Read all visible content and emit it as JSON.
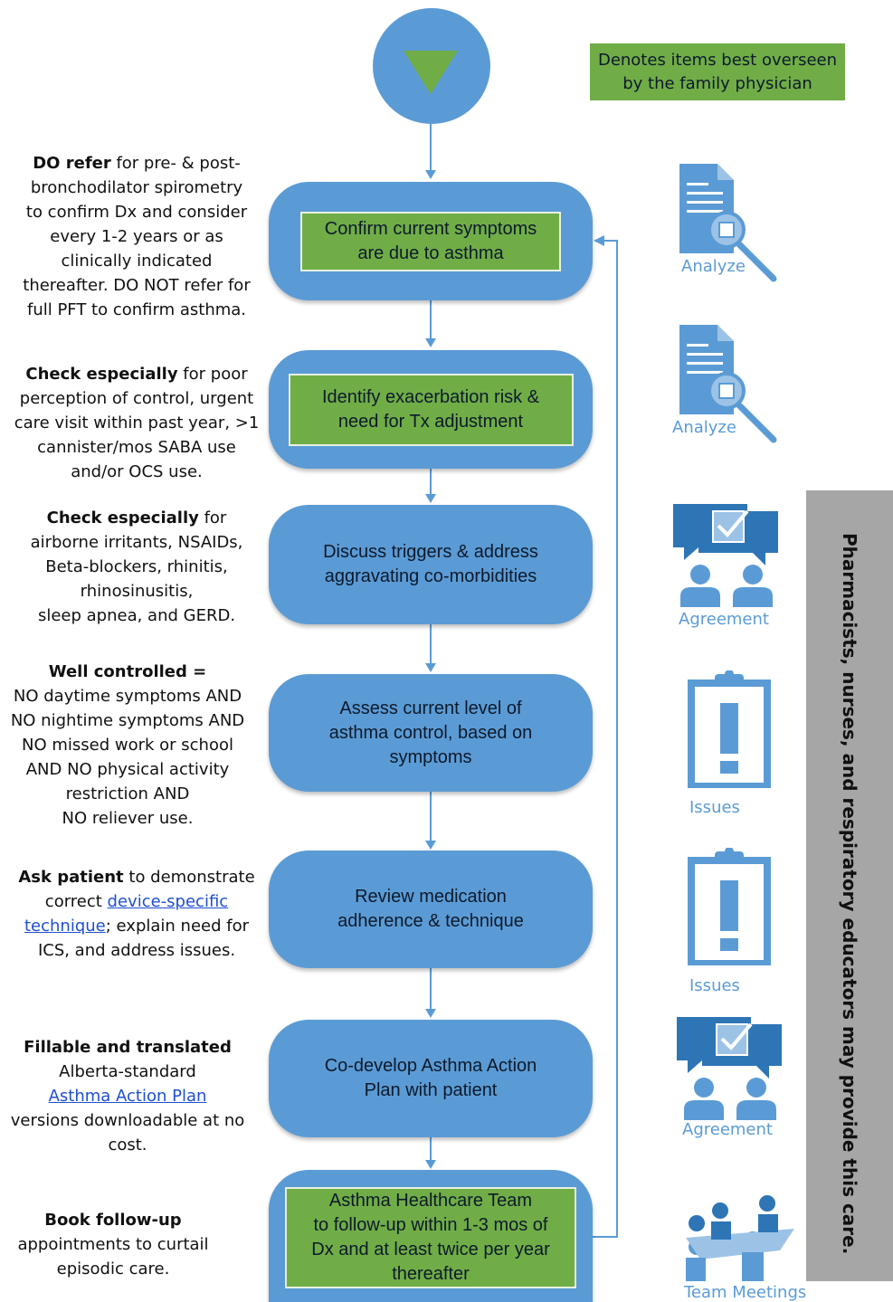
{
  "legend": {
    "text_line1": "Denotes items best overseen",
    "text_line2": "by the family physician",
    "color": "#70ad47"
  },
  "side_banner": {
    "text": "Pharmacists, nurses, and respiratory educators may provide this care.",
    "color": "#a6a6a6"
  },
  "steps": [
    {
      "line1": "Confirm current symptoms",
      "line2": "are due to asthma",
      "line3": "",
      "line4": "",
      "physician": true
    },
    {
      "line1": "Identify exacerbation risk &",
      "line2": "need for Tx adjustment",
      "line3": "",
      "line4": "",
      "physician": true
    },
    {
      "line1": "Discuss triggers & address",
      "line2": "aggravating co-morbidities",
      "line3": "",
      "line4": "",
      "physician": false
    },
    {
      "line1": "Assess current level of",
      "line2": "asthma control, based on",
      "line3": "symptoms",
      "line4": "",
      "physician": false
    },
    {
      "line1": "Review medication",
      "line2": "adherence & technique",
      "line3": "",
      "line4": "",
      "physician": false
    },
    {
      "line1": "Co-develop Asthma Action",
      "line2": "Plan with patient",
      "line3": "",
      "line4": "",
      "physician": false
    },
    {
      "line1": "Asthma Healthcare Team",
      "line2": "to follow-up within 1-3 mos of",
      "line3": "Dx and at least twice per year",
      "line4": "thereafter",
      "physician": true
    }
  ],
  "notes": [
    {
      "bold": "DO refer",
      "lines": [
        " for pre- & post-",
        "bronchodilator spirometry",
        "to confirm Dx and consider",
        "every 1-2 years or as",
        "clinically indicated",
        "thereafter. DO NOT refer for",
        "full PFT to confirm asthma."
      ]
    },
    {
      "bold": "Check especially",
      "lines": [
        " for poor",
        "perception of control, urgent",
        "care visit within past year, >1",
        "cannister/mos SABA use",
        "and/or OCS use."
      ]
    },
    {
      "bold": "Check especially",
      "lines": [
        " for",
        "airborne irritants, NSAIDs,",
        "Beta-blockers,  rhinitis,",
        "rhinosinusitis,",
        "sleep apnea, and GERD."
      ]
    },
    {
      "bold": "Well controlled =",
      "lines": [
        "",
        "NO daytime symptoms AND",
        "NO nightime symptoms AND",
        "NO missed work or school",
        "AND NO physical activity",
        "restriction AND",
        "NO reliever use."
      ]
    },
    {
      "bold": "Ask patient",
      "line1": " to demonstrate",
      "line2_pre": "correct ",
      "link1": "device-specific",
      "link2": "technique",
      "line3_post": "; explain need for",
      "line4": "ICS, and address issues."
    },
    {
      "bold": "Fillable and translated",
      "line1": "Alberta-standard",
      "link": "Asthma Action Plan",
      "line3": "versions downloadable at no",
      "line4": "cost."
    },
    {
      "bold": "Book follow-up",
      "line1": "appointments to curtail",
      "line2": "episodic care."
    }
  ],
  "icons": [
    {
      "name": "analyze-icon",
      "label": "Analyze"
    },
    {
      "name": "analyze-icon",
      "label": "Analyze"
    },
    {
      "name": "agreement-icon",
      "label": "Agreement"
    },
    {
      "name": "issues-icon",
      "label": "Issues"
    },
    {
      "name": "issues-icon",
      "label": "Issues"
    },
    {
      "name": "agreement-icon",
      "label": "Agreement"
    },
    {
      "name": "team-meetings-icon",
      "label": "Team Meetings"
    }
  ],
  "colors": {
    "step_blue": "#5b9bd5",
    "physician_green": "#70ad47",
    "link_blue": "#1f4fd1",
    "banner_gray": "#a6a6a6"
  }
}
